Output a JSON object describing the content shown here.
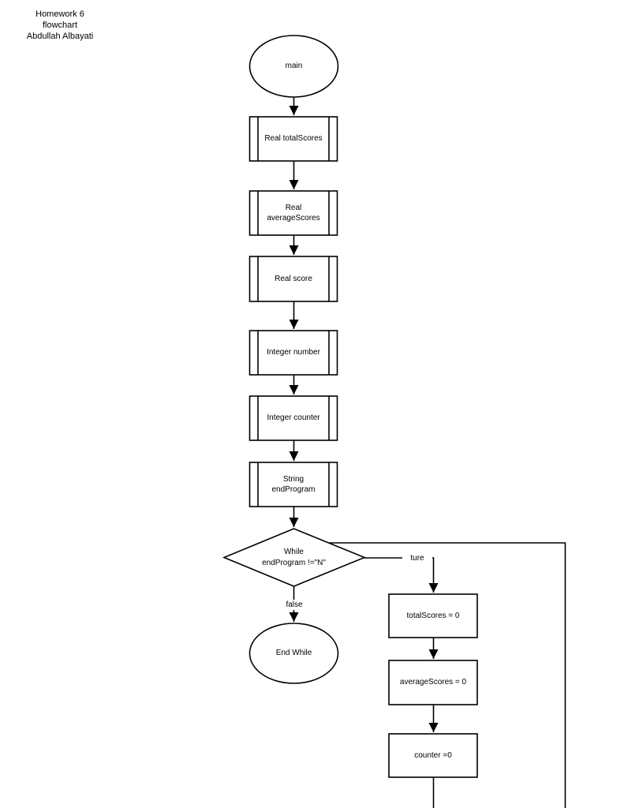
{
  "header": {
    "title": "Homework 6\nflowchart\nAbdullah Albayati"
  },
  "nodes": {
    "start": {
      "label": "main"
    },
    "decl_total_scores": {
      "label": "Real totalScores"
    },
    "decl_average_scores": {
      "label": "Real\naverageScores"
    },
    "decl_score": {
      "label": "Real score"
    },
    "decl_number": {
      "label": "Integer number"
    },
    "decl_counter": {
      "label": "Integer counter"
    },
    "decl_end_program": {
      "label": "String\nendProgram"
    },
    "decision_while": {
      "label": "While\nendProgram !=\"N\""
    },
    "terminal_end_while": {
      "label": "End While"
    },
    "assign_total_scores": {
      "label": "totalScores = 0"
    },
    "assign_average_scores": {
      "label": "averageScores = 0"
    },
    "assign_counter": {
      "label": "counter =0"
    }
  },
  "edges": {
    "true_branch_label": "ture",
    "false_branch_label": "false"
  },
  "colors": {
    "stroke": "#000000",
    "background": "#ffffff"
  }
}
